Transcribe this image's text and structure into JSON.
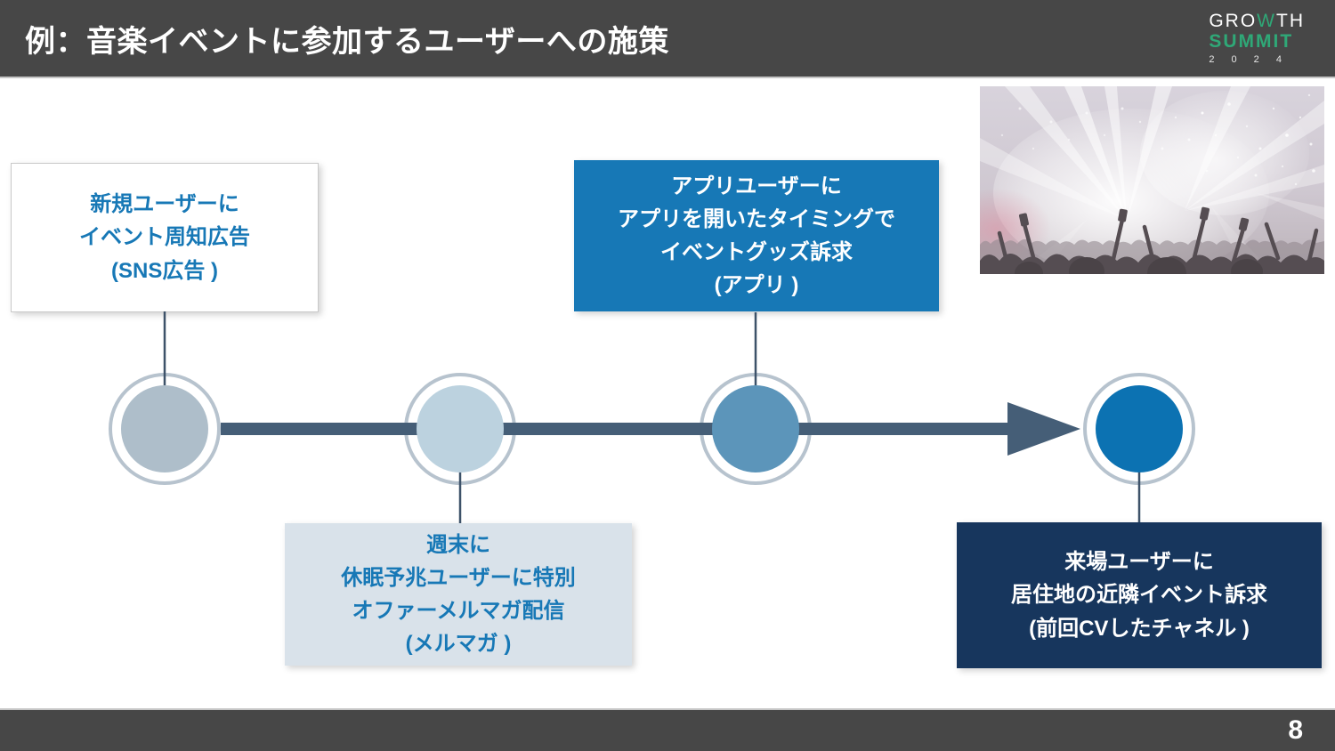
{
  "slide": {
    "title": "例：音楽イベントに参加するユーザーへの施策",
    "page_number": "8"
  },
  "logo": {
    "growth_pre": "GRO",
    "growth_w": "W",
    "growth_post": "TH",
    "summit": "SUMMIT",
    "year": "2 0 2 4",
    "green": "#2FA877"
  },
  "timeline": {
    "band_color": "#455E77",
    "ring_color": "#B7C3CE",
    "connector_color": "#3D5269",
    "steps": [
      {
        "label": "新規ユーザーに\nイベント周知広告\n(SNS広告 )",
        "dot_color": "#AEBECA",
        "box_variant": "white",
        "position": "above"
      },
      {
        "label": "週末に\n休眠予兆ユーザーに特別\nオファーメルマガ配信\n(メルマガ )",
        "dot_color": "#BCD2DF",
        "box_variant": "light",
        "position": "below"
      },
      {
        "label": "アプリユーザーに\nアプリを開いたタイミングで\nイベントグッズ訴求\n(アプリ )",
        "dot_color": "#5C95BA",
        "box_variant": "blue",
        "position": "above"
      },
      {
        "label": "来場ユーザーに\n居住地の近隣イベント訴求\n(前回CVしたチャネル )",
        "dot_color": "#0C72B2",
        "box_variant": "navy",
        "position": "below"
      }
    ]
  },
  "palette": {
    "header_bg": "#474747",
    "accent_blue": "#1778B6",
    "light_box_bg": "#D9E2EA",
    "navy_box_bg": "#17365D",
    "logo_green": "#2FA877"
  }
}
